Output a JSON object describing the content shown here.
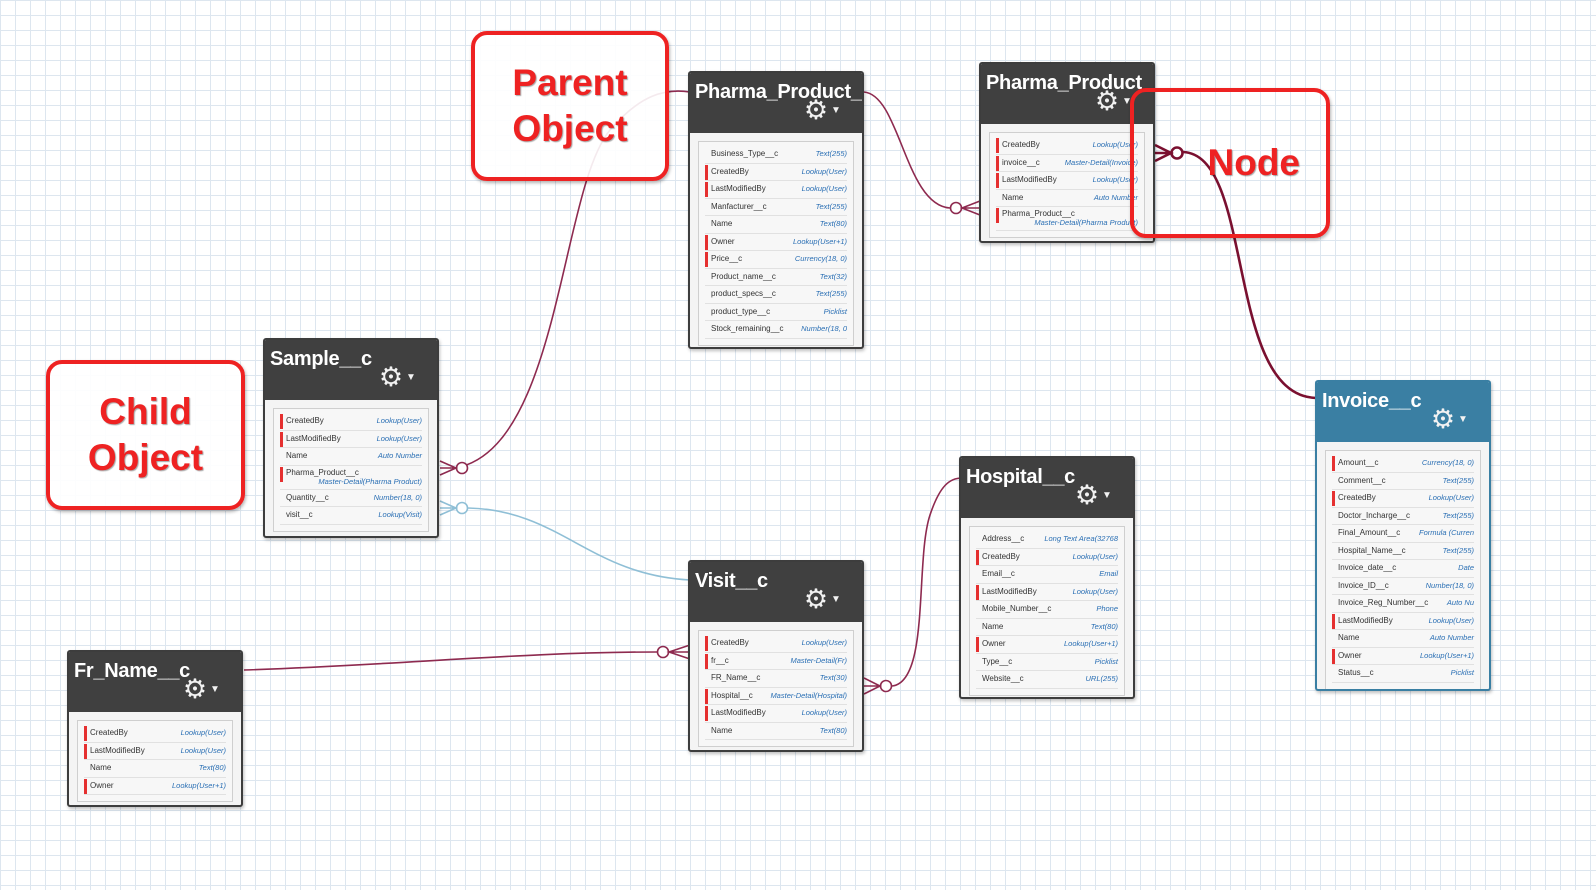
{
  "callouts": {
    "parent": [
      "Parent",
      "Object"
    ],
    "child": [
      "Child",
      "Object"
    ],
    "node": "Node"
  },
  "objects": {
    "pharma_product_a": {
      "title": "Pharma_Product_",
      "fields": [
        {
          "name": "Business_Type__c",
          "type": "Text(255)",
          "req": false
        },
        {
          "name": "CreatedBy",
          "type": "Lookup(User)",
          "req": true
        },
        {
          "name": "LastModifiedBy",
          "type": "Lookup(User)",
          "req": true
        },
        {
          "name": "Manfacturer__c",
          "type": "Text(255)",
          "req": false
        },
        {
          "name": "Name",
          "type": "Text(80)",
          "req": false
        },
        {
          "name": "Owner",
          "type": "Lookup(User+1)",
          "req": true
        },
        {
          "name": "Price__c",
          "type": "Currency(18, 0)",
          "req": true
        },
        {
          "name": "Product_name__c",
          "type": "Text(32)",
          "req": false
        },
        {
          "name": "product_specs__c",
          "type": "Text(255)",
          "req": false
        },
        {
          "name": "product_type__c",
          "type": "Picklist",
          "req": false
        },
        {
          "name": "Stock_remaining__c",
          "type": "Number(18, 0",
          "req": false
        }
      ]
    },
    "pharma_product_b": {
      "title": "Pharma_Product",
      "fields": [
        {
          "name": "CreatedBy",
          "type": "Lookup(User)",
          "req": true
        },
        {
          "name": "invoice__c",
          "type": "Master-Detail(Invoice)",
          "req": true
        },
        {
          "name": "LastModifiedBy",
          "type": "Lookup(User)",
          "req": true
        },
        {
          "name": "Name",
          "type": "Auto Number",
          "req": false
        },
        {
          "name": "Pharma_Product__c",
          "type": "Master-Detail(Pharma Product)",
          "req": true,
          "tall": true
        }
      ]
    },
    "sample": {
      "title": "Sample__c",
      "fields": [
        {
          "name": "CreatedBy",
          "type": "Lookup(User)",
          "req": true
        },
        {
          "name": "LastModifiedBy",
          "type": "Lookup(User)",
          "req": true
        },
        {
          "name": "Name",
          "type": "Auto Number",
          "req": false
        },
        {
          "name": "Pharma_Product__c",
          "type": "Master-Detail(Pharma Product)",
          "req": true,
          "tall": true
        },
        {
          "name": "Quantity__c",
          "type": "Number(18, 0)",
          "req": false
        },
        {
          "name": "visit__c",
          "type": "Lookup(Visit)",
          "req": false
        }
      ]
    },
    "hospital": {
      "title": "Hospital__c",
      "fields": [
        {
          "name": "Address__c",
          "type": "Long Text Area(32768",
          "req": false
        },
        {
          "name": "CreatedBy",
          "type": "Lookup(User)",
          "req": true
        },
        {
          "name": "Email__c",
          "type": "Email",
          "req": false
        },
        {
          "name": "LastModifiedBy",
          "type": "Lookup(User)",
          "req": true
        },
        {
          "name": "Mobile_Number__c",
          "type": "Phone",
          "req": false
        },
        {
          "name": "Name",
          "type": "Text(80)",
          "req": false
        },
        {
          "name": "Owner",
          "type": "Lookup(User+1)",
          "req": true
        },
        {
          "name": "Type__c",
          "type": "Picklist",
          "req": false
        },
        {
          "name": "Website__c",
          "type": "URL(255)",
          "req": false
        }
      ]
    },
    "visit": {
      "title": "Visit__c",
      "fields": [
        {
          "name": "CreatedBy",
          "type": "Lookup(User)",
          "req": true
        },
        {
          "name": "fr__c",
          "type": "Master-Detail(Fr)",
          "req": true
        },
        {
          "name": "FR_Name__c",
          "type": "Text(30)",
          "req": false
        },
        {
          "name": "Hospital__c",
          "type": "Master-Detail(Hospital)",
          "req": true
        },
        {
          "name": "LastModifiedBy",
          "type": "Lookup(User)",
          "req": true
        },
        {
          "name": "Name",
          "type": "Text(80)",
          "req": false
        }
      ]
    },
    "fr_name": {
      "title": "Fr_Name__c",
      "fields": [
        {
          "name": "CreatedBy",
          "type": "Lookup(User)",
          "req": true
        },
        {
          "name": "LastModifiedBy",
          "type": "Lookup(User)",
          "req": true
        },
        {
          "name": "Name",
          "type": "Text(80)",
          "req": false
        },
        {
          "name": "Owner",
          "type": "Lookup(User+1)",
          "req": true
        }
      ]
    },
    "invoice": {
      "title": "Invoice__c",
      "fields": [
        {
          "name": "Amount__c",
          "type": "Currency(18, 0)",
          "req": true
        },
        {
          "name": "Comment__c",
          "type": "Text(255)",
          "req": false
        },
        {
          "name": "CreatedBy",
          "type": "Lookup(User)",
          "req": true
        },
        {
          "name": "Doctor_Incharge__c",
          "type": "Text(255)",
          "req": false
        },
        {
          "name": "Final_Amount__c",
          "type": "Formula (Curren",
          "req": false
        },
        {
          "name": "Hospital_Name__c",
          "type": "Text(255)",
          "req": false
        },
        {
          "name": "Invoice_date__c",
          "type": "Date",
          "req": false
        },
        {
          "name": "Invoice_ID__c",
          "type": "Number(18, 0)",
          "req": false
        },
        {
          "name": "Invoice_Reg_Number__c",
          "type": "Auto Nu",
          "req": false
        },
        {
          "name": "LastModifiedBy",
          "type": "Lookup(User)",
          "req": true
        },
        {
          "name": "Name",
          "type": "Auto Number",
          "req": false
        },
        {
          "name": "Owner",
          "type": "Lookup(User+1)",
          "req": true
        },
        {
          "name": "Status__c",
          "type": "Picklist",
          "req": false
        }
      ]
    }
  },
  "colors": {
    "master_detail": "#8e2a4f",
    "lookup": "#8fbfd6",
    "strong": "#7a1030",
    "callout": "#ee2222"
  }
}
